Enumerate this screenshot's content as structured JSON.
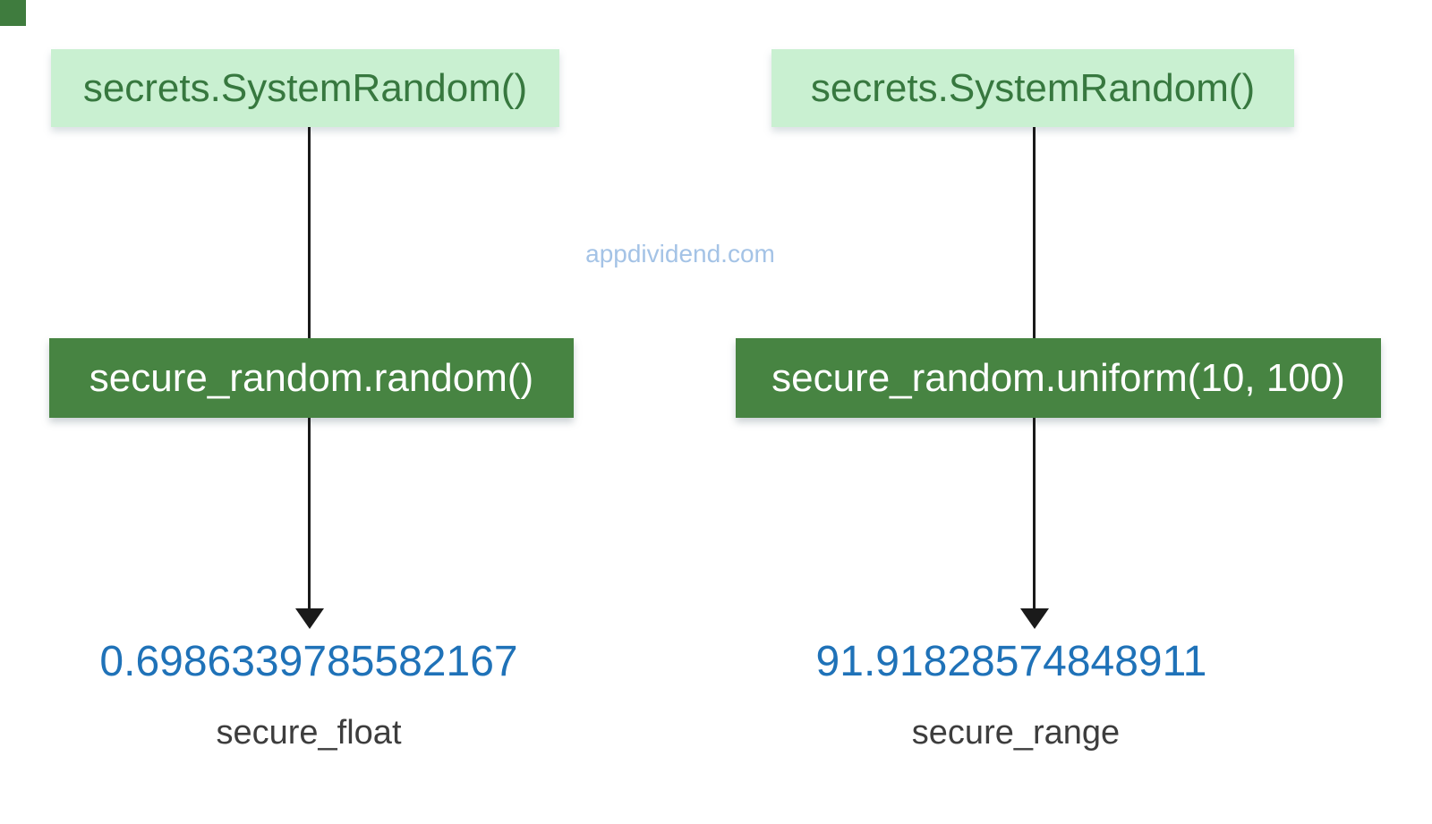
{
  "watermark": "appdividend.com",
  "colors": {
    "light_box_bg": "#c9f0d1",
    "light_box_text": "#37783f",
    "dark_box_bg": "#478442",
    "dark_box_text": "#ffffff",
    "result_value_text": "#1f72b8",
    "result_label_text": "#3d3d3d",
    "arrow": "#1a1a1a",
    "watermark_text": "#a4c3e6",
    "corner_square": "#3f7c3e"
  },
  "diagram": {
    "columns": [
      {
        "source": "secrets.SystemRandom()",
        "call": "secure_random.random()",
        "result": "0.6986339785582167",
        "label": "secure_float"
      },
      {
        "source": "secrets.SystemRandom()",
        "call": "secure_random.uniform(10, 100)",
        "result": "91.91828574848911",
        "label": "secure_range"
      }
    ]
  }
}
